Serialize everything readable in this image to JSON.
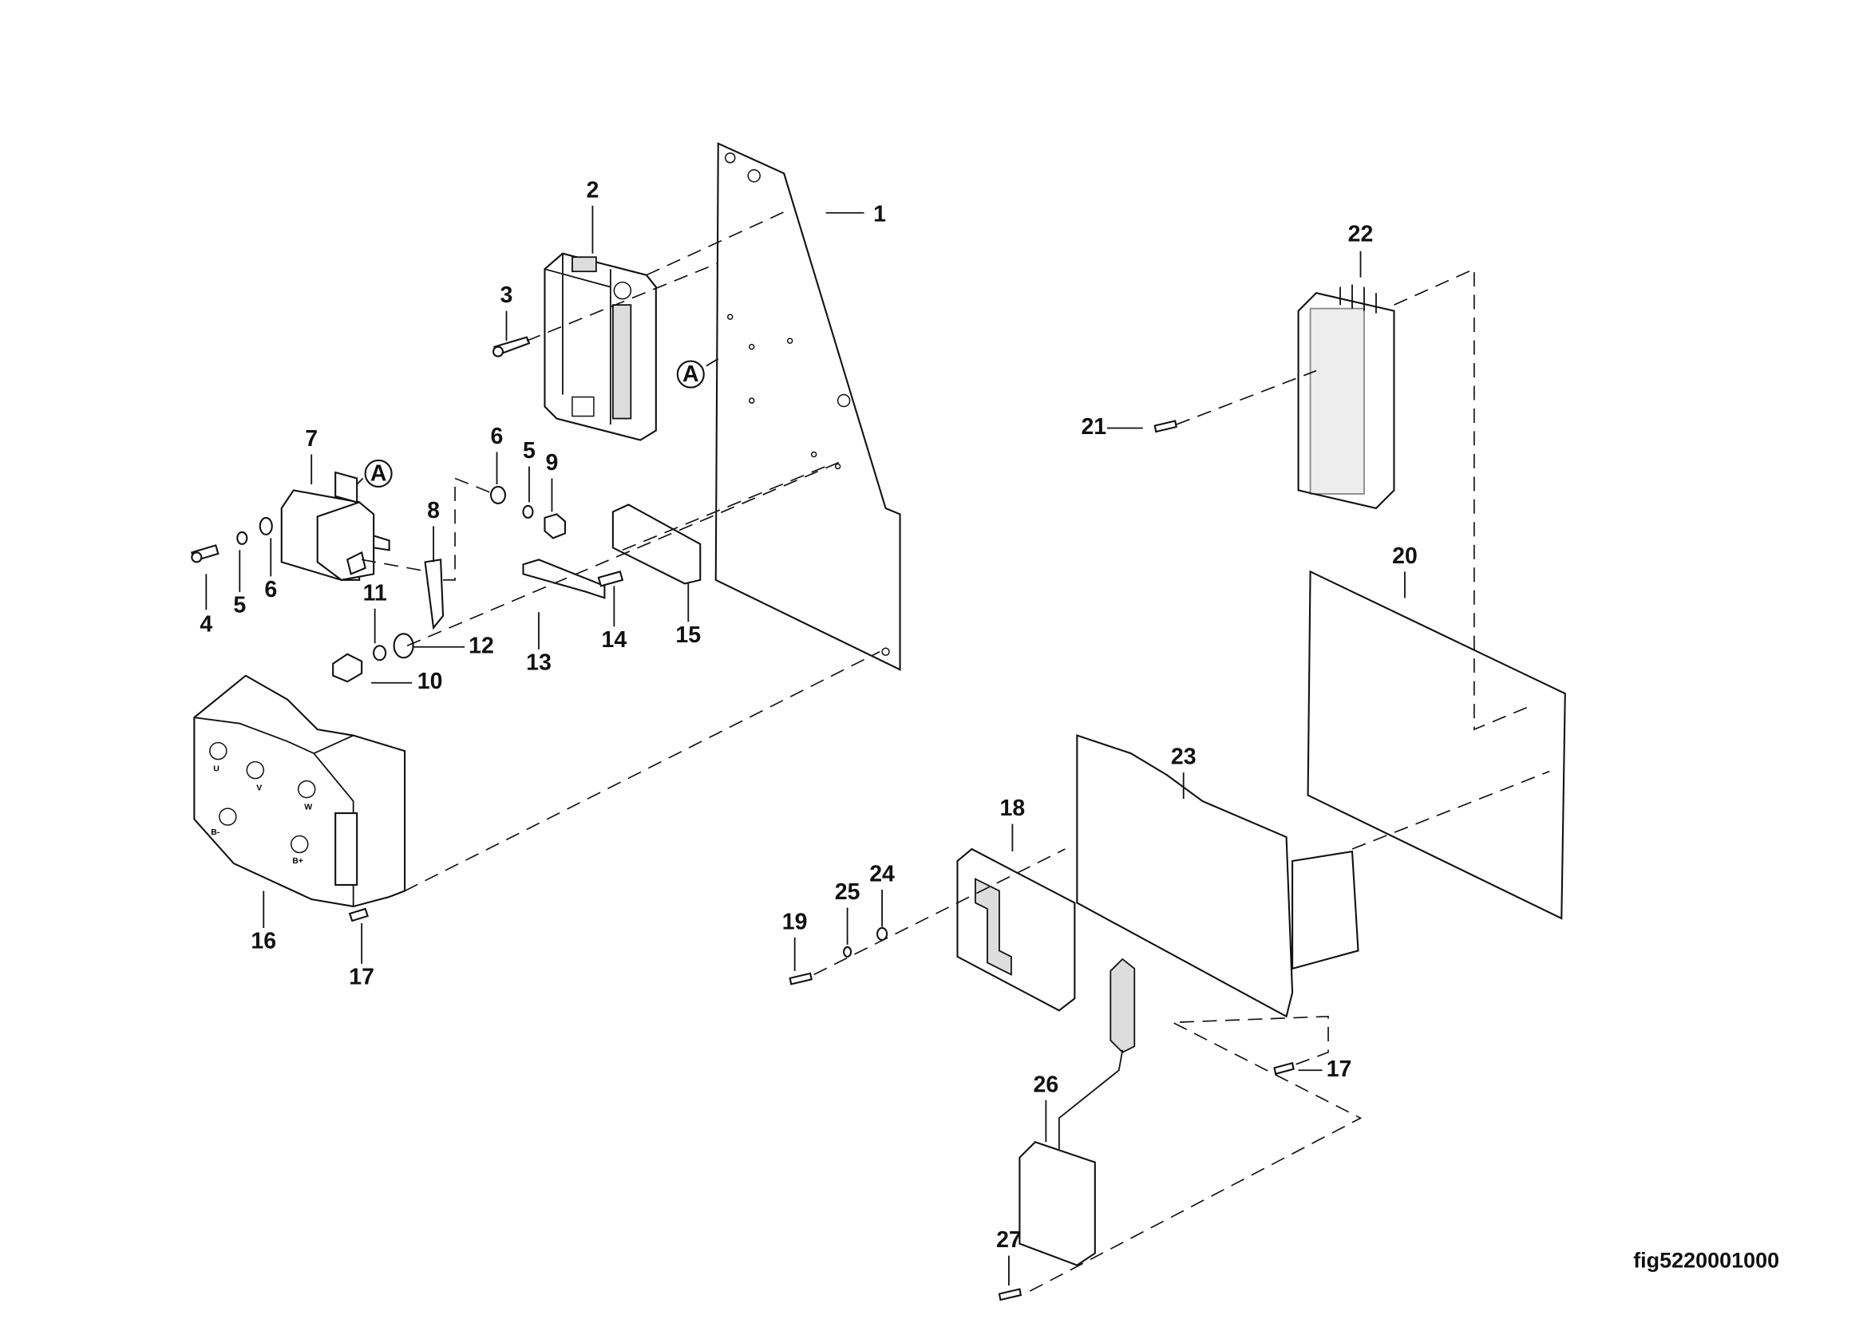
{
  "figure_id": "fig5220001000",
  "callout_a": "A",
  "labels": {
    "p1": "1",
    "p2": "2",
    "p3": "3",
    "p4": "4",
    "p5a": "5",
    "p5b": "5",
    "p6a": "6",
    "p6b": "6",
    "p7": "7",
    "p8": "8",
    "p9": "9",
    "p10": "10",
    "p11": "11",
    "p12": "12",
    "p13": "13",
    "p14": "14",
    "p15": "15",
    "p16": "16",
    "p17a": "17",
    "p17b": "17",
    "p18": "18",
    "p19": "19",
    "p20": "20",
    "p21": "21",
    "p22": "22",
    "p23": "23",
    "p24": "24",
    "p25": "25",
    "p26": "26",
    "p27": "27"
  },
  "terminal_marks": [
    "U",
    "V",
    "W",
    "B-",
    "B+"
  ]
}
